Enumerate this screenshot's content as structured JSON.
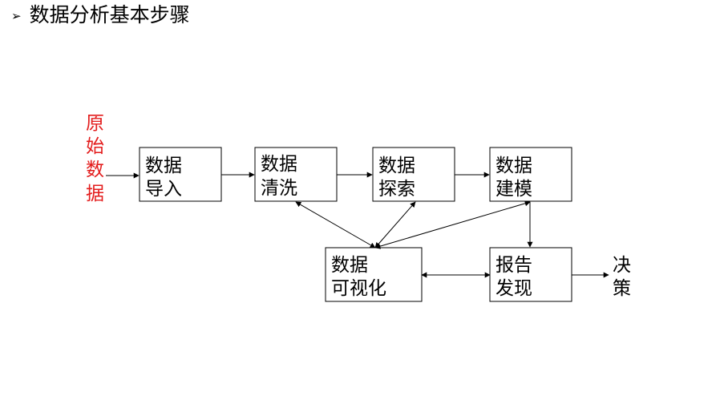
{
  "title": {
    "bullet": "➢",
    "text": "数据分析基本步骤"
  },
  "diagram": {
    "source_label": [
      "原",
      "始",
      "数",
      "据"
    ],
    "nodes": {
      "import": [
        "数据",
        "导入"
      ],
      "clean": [
        "数据",
        "清洗"
      ],
      "explore": [
        "数据",
        "探索"
      ],
      "model": [
        "数据",
        "建模"
      ],
      "visual": [
        "数据",
        "可视化"
      ],
      "report": [
        "报告",
        "发现"
      ]
    },
    "end_label": [
      "决",
      "策"
    ],
    "colors": {
      "source": "#e31c1c",
      "line": "#000000"
    }
  }
}
